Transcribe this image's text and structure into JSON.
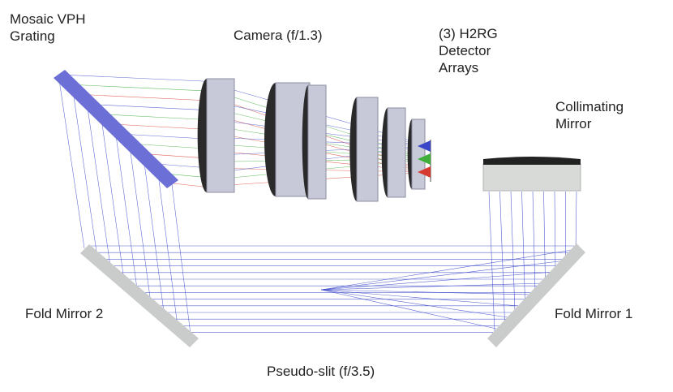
{
  "labels": {
    "grating": "Mosaic VPH\nGrating",
    "camera": "Camera (f/1.3)",
    "detector": "(3) H2RG\nDetector\nArrays",
    "collimator": "Collimating\nMirror",
    "fold2": "Fold Mirror 2",
    "fold1": "Fold Mirror 1",
    "slit": "Pseudo-slit (f/3.5)"
  },
  "colors": {
    "ray_blue": "#3a46c8",
    "ray_green": "#3fae3a",
    "ray_red": "#d63a2e",
    "grating": "#6b6fd6",
    "fold_mirror": "#c9ccca",
    "lens": "#c7c9d8",
    "lens_dark": "#2a2a2a",
    "collimator_body": "#d8dad8"
  }
}
